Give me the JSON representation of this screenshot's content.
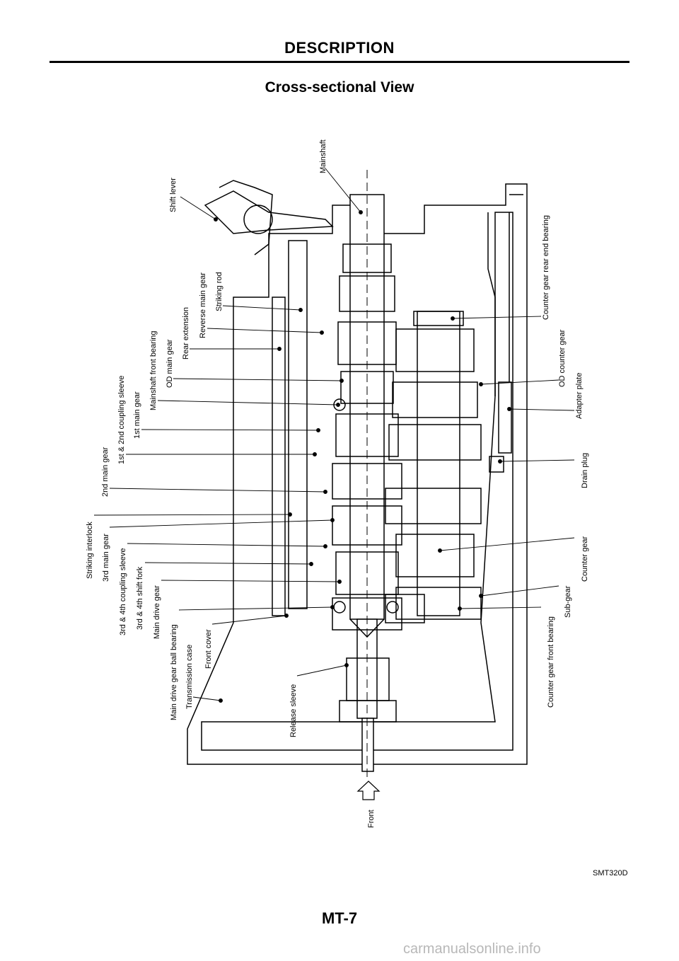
{
  "header": "DESCRIPTION",
  "subtitle": "Cross-sectional View",
  "labels": {
    "mainshaft": "Mainshaft",
    "shift_lever": "Shift lever",
    "striking_rod": "Striking rod",
    "reverse_main_gear": "Reverse main gear",
    "rear_extension": "Rear extension",
    "od_main_gear": "OD main gear",
    "mainshaft_front_bearing": "Mainshaft front bearing",
    "first_main_gear": "1st main gear",
    "first_second_coupling_sleeve": "1st & 2nd coupling sleeve",
    "second_main_gear": "2nd main gear",
    "striking_interlock": "Striking interlock",
    "third_main_gear": "3rd main gear",
    "third_fourth_coupling_sleeve": "3rd & 4th coupling sleeve",
    "third_fourth_shift_fork": "3rd & 4th shift fork",
    "main_drive_gear": "Main drive gear",
    "main_drive_gear_ball_bearing": "Main drive gear ball bearing",
    "transmission_case": "Transmission case",
    "front_cover": "Front cover",
    "release_sleeve": "Release sleeve",
    "front": "Front",
    "counter_gear_rear_end_bearing": "Counter gear rear end bearing",
    "od_counter_gear": "OD counter gear",
    "adapter_plate": "Adapter plate",
    "drain_plug": "Drain plug",
    "counter_gear": "Counter gear",
    "sub_gear": "Sub-gear",
    "counter_gear_front_bearing": "Counter gear front bearing"
  },
  "figure_code": "SMT320D",
  "footer": "MT-7",
  "watermark": "carmanualsonline.info"
}
